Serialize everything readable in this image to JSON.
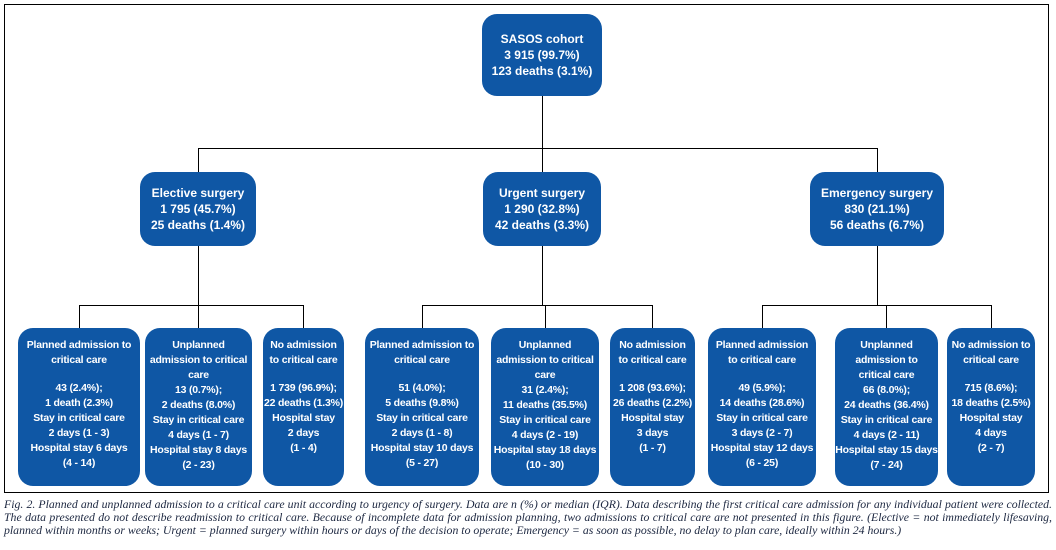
{
  "colors": {
    "box_blue": "#0F57A5",
    "box_text": "#ffffff",
    "connector": "#000000",
    "caption_text": "#1c2740"
  },
  "tree": {
    "root": {
      "title": "SASOS cohort",
      "body": "3 915 (99.7%)\n123 deaths (3.1%)"
    },
    "level2": [
      {
        "title": "Elective surgery",
        "body": "1 795 (45.7%)\n25 deaths (1.4%)"
      },
      {
        "title": "Urgent surgery",
        "body": "1 290 (32.8%)\n42 deaths (3.3%)"
      },
      {
        "title": "Emergency surgery",
        "body": "830 (21.1%)\n56 deaths (6.7%)"
      }
    ],
    "level3": [
      {
        "title": "Planned admission to critical care",
        "body": "43 (2.4%);\n1 death (2.3%)\nStay in critical care\n2 days (1 - 3)\nHospital stay 6 days\n(4 - 14)"
      },
      {
        "title": "Unplanned admission to critical care",
        "body": "13 (0.7%);\n2 deaths (8.0%)\nStay in critical care\n4 days (1 - 7)\nHospital stay 8 days\n(2 - 23)"
      },
      {
        "title": "No admission to critical care",
        "body": "1 739 (96.9%);\n22 deaths (1.3%)\nHospital stay\n2 days\n(1 - 4)"
      },
      {
        "title": "Planned admission to critical care",
        "body": "51 (4.0%);\n5 deaths (9.8%)\nStay in critical care\n2 days (1 - 8)\nHospital stay 10 days\n(5 - 27)"
      },
      {
        "title": "Unplanned admission to critical care",
        "body": "31 (2.4%);\n11 deaths (35.5%)\nStay in critical care\n4 days (2 - 19)\nHospital stay 18 days\n(10 - 30)"
      },
      {
        "title": "No admission to critical care",
        "body": "1 208 (93.6%);\n26 deaths (2.2%)\nHospital stay\n3 days\n(1 - 7)"
      },
      {
        "title": "Planned admission to critical care",
        "body": "49 (5.9%);\n14 deaths (28.6%)\nStay in critical care\n3 days (2 - 7)\nHospital stay 12 days\n(6 - 25)"
      },
      {
        "title": "Unplanned admission to critical care",
        "body": "66 (8.0%);\n24 deaths (36.4%)\nStay in critical care\n4 days (2 - 11)\nHospital stay 15 days\n(7 - 24)"
      },
      {
        "title": "No admission to critical care",
        "body": "715 (8.6%);\n18 deaths (2.5%)\nHospital stay\n4 days\n(2 - 7)"
      }
    ]
  },
  "caption": {
    "text": "Fig. 2. Planned and unplanned admission to a critical care unit according to urgency of surgery. Data are n (%) or median (IQR). Data describing the first critical care admission for any individual patient were collected. The data presented do not describe readmission to critical care. Because of incomplete data for admission planning, two admissions to critical care are not presented in this figure. (Elective = not immediately lifesaving, planned within months or weeks; Urgent = planned surgery within hours or days of the decision to operate; Emergency = as soon as possible, no delay to plan care, ideally within 24 hours.)"
  }
}
